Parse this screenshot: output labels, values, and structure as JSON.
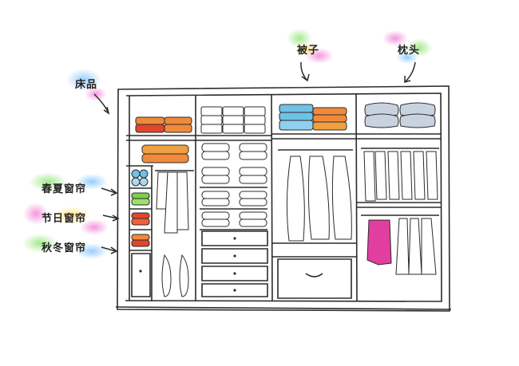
{
  "labels": {
    "bedding": "床品",
    "quilt": "被子",
    "pillow": "枕头",
    "spring_summer_curtain": "春夏窗帘",
    "holiday_curtain": "节日窗帘",
    "autumn_winter_curtain": "秋冬窗帘"
  },
  "colors": {
    "line": "#2b2b2b",
    "orange": "#f08a3a",
    "red": "#e2452c",
    "green": "#7ccf4a",
    "blue": "#6fc2e6",
    "magenta": "#e23ea0",
    "pillow": "#c9d2e0"
  }
}
